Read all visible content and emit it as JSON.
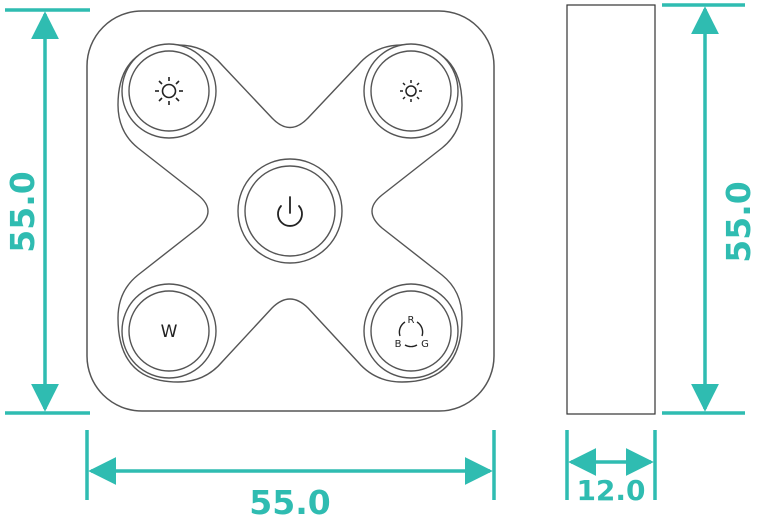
{
  "dimensions": {
    "front_width": "55.0",
    "front_height": "55.0",
    "side_height": "55.0",
    "side_thickness": "12.0"
  },
  "buttons": {
    "top_left": {
      "icon": "sun-large-icon"
    },
    "top_right": {
      "icon": "sun-small-icon"
    },
    "center": {
      "icon": "power-icon"
    },
    "bottom_left": {
      "label": "W"
    },
    "bottom_right": {
      "labels": {
        "r": "R",
        "g": "G",
        "b": "B"
      },
      "icon": "rgb-cycle-icon"
    }
  },
  "colors": {
    "dimension": "#2fbcb1",
    "outline": "#555555"
  }
}
